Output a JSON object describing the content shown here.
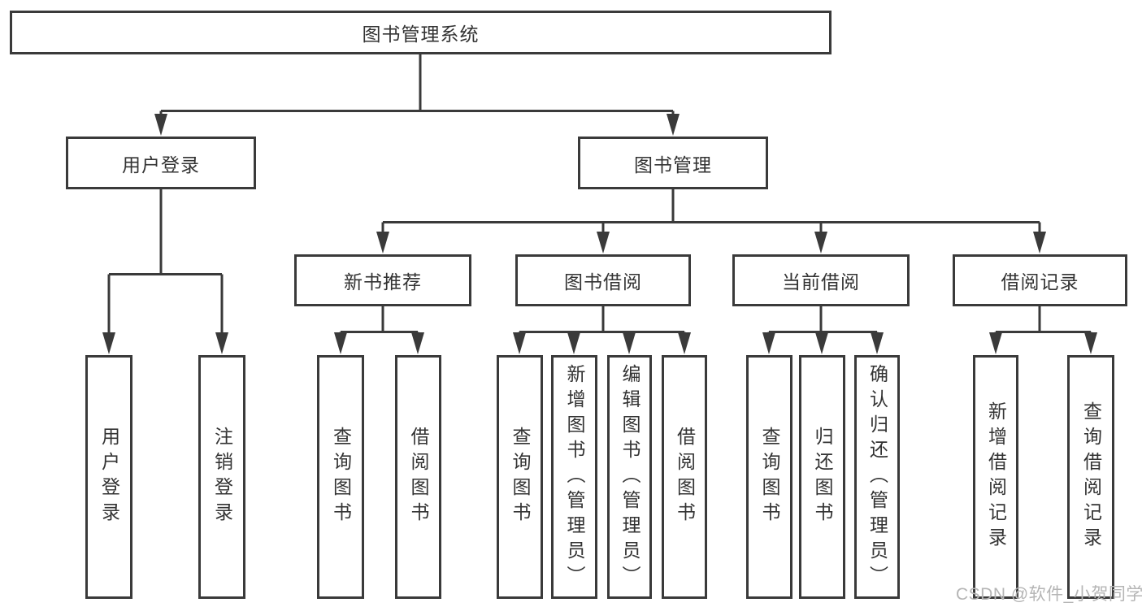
{
  "diagram": {
    "root": {
      "label": "图书管理系统"
    },
    "level2": {
      "user_login": {
        "label": "用户登录"
      },
      "book_management": {
        "label": "图书管理"
      }
    },
    "level3": {
      "new_book_recommend": {
        "label": "新书推荐"
      },
      "book_borrowing": {
        "label": "图书借阅"
      },
      "current_borrowing": {
        "label": "当前借阅"
      },
      "borrowing_records": {
        "label": "借阅记录"
      }
    },
    "leaves": {
      "user_login": {
        "label": "用户登录"
      },
      "logout": {
        "label": "注销登录"
      },
      "recommend_query_book": {
        "label": "查询图书"
      },
      "recommend_borrow_book": {
        "label": "借阅图书"
      },
      "borrow_query_book": {
        "label": "查询图书"
      },
      "borrow_add_book": {
        "label": "新增图书（管理员）"
      },
      "borrow_edit_book": {
        "label": "编辑图书（管理员）"
      },
      "borrow_borrow_book": {
        "label": "借阅图书"
      },
      "current_query_book": {
        "label": "查询图书"
      },
      "current_return_book": {
        "label": "归还图书"
      },
      "current_confirm_return": {
        "label": "确认归还（管理员）"
      },
      "records_add_record": {
        "label": "新增借阅记录"
      },
      "records_query_record": {
        "label": "查询借阅记录"
      }
    },
    "watermark": "CSDN @软件_小贺同学",
    "colors": {
      "line": "#3a3a3a",
      "text": "#333333",
      "watermark": "#b5b5b5",
      "background": "#ffffff"
    }
  }
}
